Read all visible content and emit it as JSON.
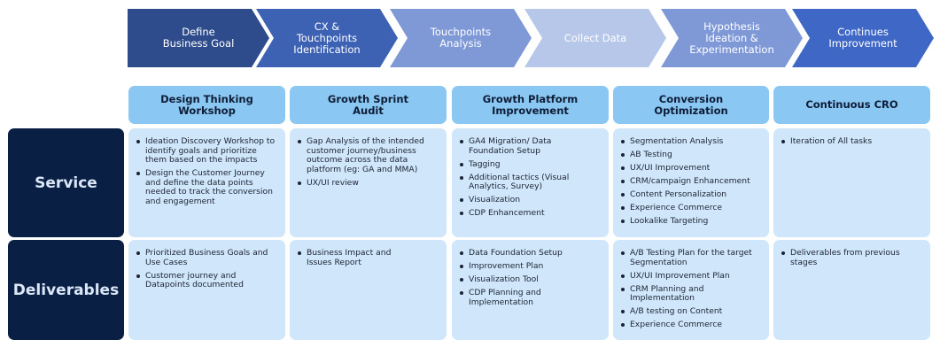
{
  "process_steps": [
    {
      "label": "Define\nBusiness Goal",
      "color": "#2e4b8c"
    },
    {
      "label": "CX &\nTouchpoints\nIdentification",
      "color": "#3d62b3"
    },
    {
      "label": "Touchpoints\nAnalysis",
      "color": "#7f98d6"
    },
    {
      "label": "Collect Data",
      "color": "#b7c7ea"
    },
    {
      "label": "Hypothesis\nIdeation &\nExperimentation",
      "color": "#7f98d6"
    },
    {
      "label": "Continues\nImprovement",
      "color": "#3f68c6"
    }
  ],
  "columns": [
    "Design Thinking\nWorkshop",
    "Growth Sprint\nAudit",
    "Growth Platform\nImprovement",
    "Conversion\nOptimization",
    "Continuous CRO"
  ],
  "rows": [
    {
      "label": "Service",
      "cells": [
        [
          "Ideation Discovery Workshop to\nidentify goals and prioritize\nthem based on the impacts",
          "Design the Customer Journey\nand define the data points\nneeded to track the conversion\nand engagement"
        ],
        [
          "Gap Analysis of the intended\ncustomer journey/business\noutcome across the data\nplatform (eg: GA and MMA)",
          "UX/UI review"
        ],
        [
          "GA4 Migration/ Data\nFoundation Setup",
          "Tagging",
          "Additional tactics (Visual\nAnalytics, Survey)",
          "Visualization",
          "CDP Enhancement"
        ],
        [
          "Segmentation Analysis",
          "AB Testing",
          "UX/UI Improvement",
          "CRM/campaign Enhancement",
          "Content Personalization",
          "Experience Commerce",
          "Lookalike Targeting"
        ],
        [
          "Iteration of All tasks"
        ]
      ]
    },
    {
      "label": "Deliverables",
      "cells": [
        [
          "Prioritized Business Goals and\nUse Cases",
          "Customer journey and\nDatapoints documented"
        ],
        [
          "Business Impact and\nIssues Report"
        ],
        [
          "Data Foundation Setup",
          "Improvement Plan",
          "Visualization Tool",
          "CDP Planning and\nImplementation"
        ],
        [
          "A/B Testing Plan for the target\nSegmentation",
          "UX/UI Improvement Plan",
          "CRM Planning and\nImplementation",
          "A/B testing on Content",
          "Experience Commerce"
        ],
        [
          "Deliverables from previous\nstages"
        ]
      ]
    }
  ]
}
